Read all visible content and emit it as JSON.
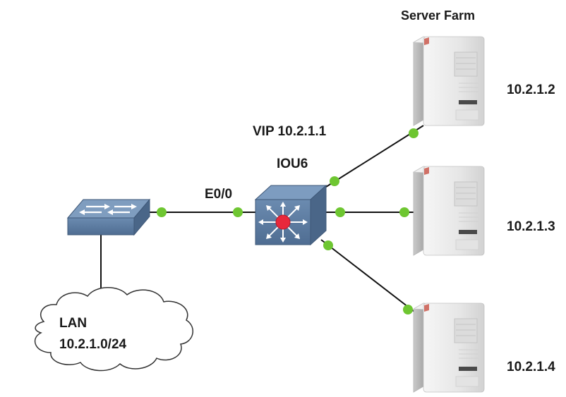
{
  "labels": {
    "server_farm": "Server Farm",
    "vip": "VIP 10.2.1.1",
    "router": "IOU6",
    "interface": "E0/0",
    "lan_name": "LAN",
    "lan_subnet": "10.2.1.0/24",
    "server1_ip": "10.2.1.2",
    "server2_ip": "10.2.1.3",
    "server3_ip": "10.2.1.4"
  },
  "colors": {
    "link_dot": "#6ec631",
    "device_blue": "#5e7da1",
    "router_center": "#e8283b",
    "line": "#111111",
    "server_body": "#ececec"
  },
  "icons": {
    "switch": "layer2-switch-icon",
    "router": "layer3-switch-icon",
    "server": "tower-server-icon",
    "cloud": "lan-cloud-icon"
  }
}
